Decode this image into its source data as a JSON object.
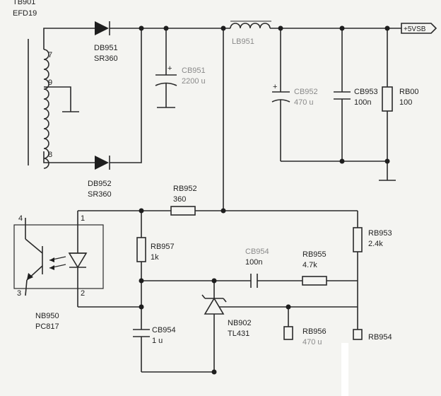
{
  "transformer": {
    "ref": "TB901",
    "type": "EFD19",
    "pins": [
      "7",
      "9",
      "8"
    ]
  },
  "diodes": [
    {
      "ref": "DB951",
      "part": "SR360"
    },
    {
      "ref": "DB952",
      "part": "SR360"
    }
  ],
  "capacitors": [
    {
      "ref": "CB951",
      "value": "2200 u"
    },
    {
      "ref": "CB952",
      "value": "470 u"
    },
    {
      "ref": "CB953",
      "value": "100n"
    },
    {
      "ref": "CB954",
      "value": "100n"
    },
    {
      "ref": "CB954",
      "value": "1 u"
    }
  ],
  "inductor": {
    "ref": "LB951"
  },
  "resistors": [
    {
      "ref": "RB00",
      "value": "100"
    },
    {
      "ref": "RB952",
      "value": "360"
    },
    {
      "ref": "RB953",
      "value": "2.4k"
    },
    {
      "ref": "RB957",
      "value": "1k"
    },
    {
      "ref": "RB955",
      "value": "4.7k"
    },
    {
      "ref": "RB956",
      "value": "470 u"
    },
    {
      "ref": "RB954",
      "value": ""
    }
  ],
  "output": {
    "label": "+5VSB"
  },
  "optocoupler": {
    "ref": "NB950",
    "part": "PC817",
    "pins": [
      "4",
      "1",
      "3",
      "2"
    ]
  },
  "regulator": {
    "ref": "NB902",
    "part": "TL431"
  }
}
